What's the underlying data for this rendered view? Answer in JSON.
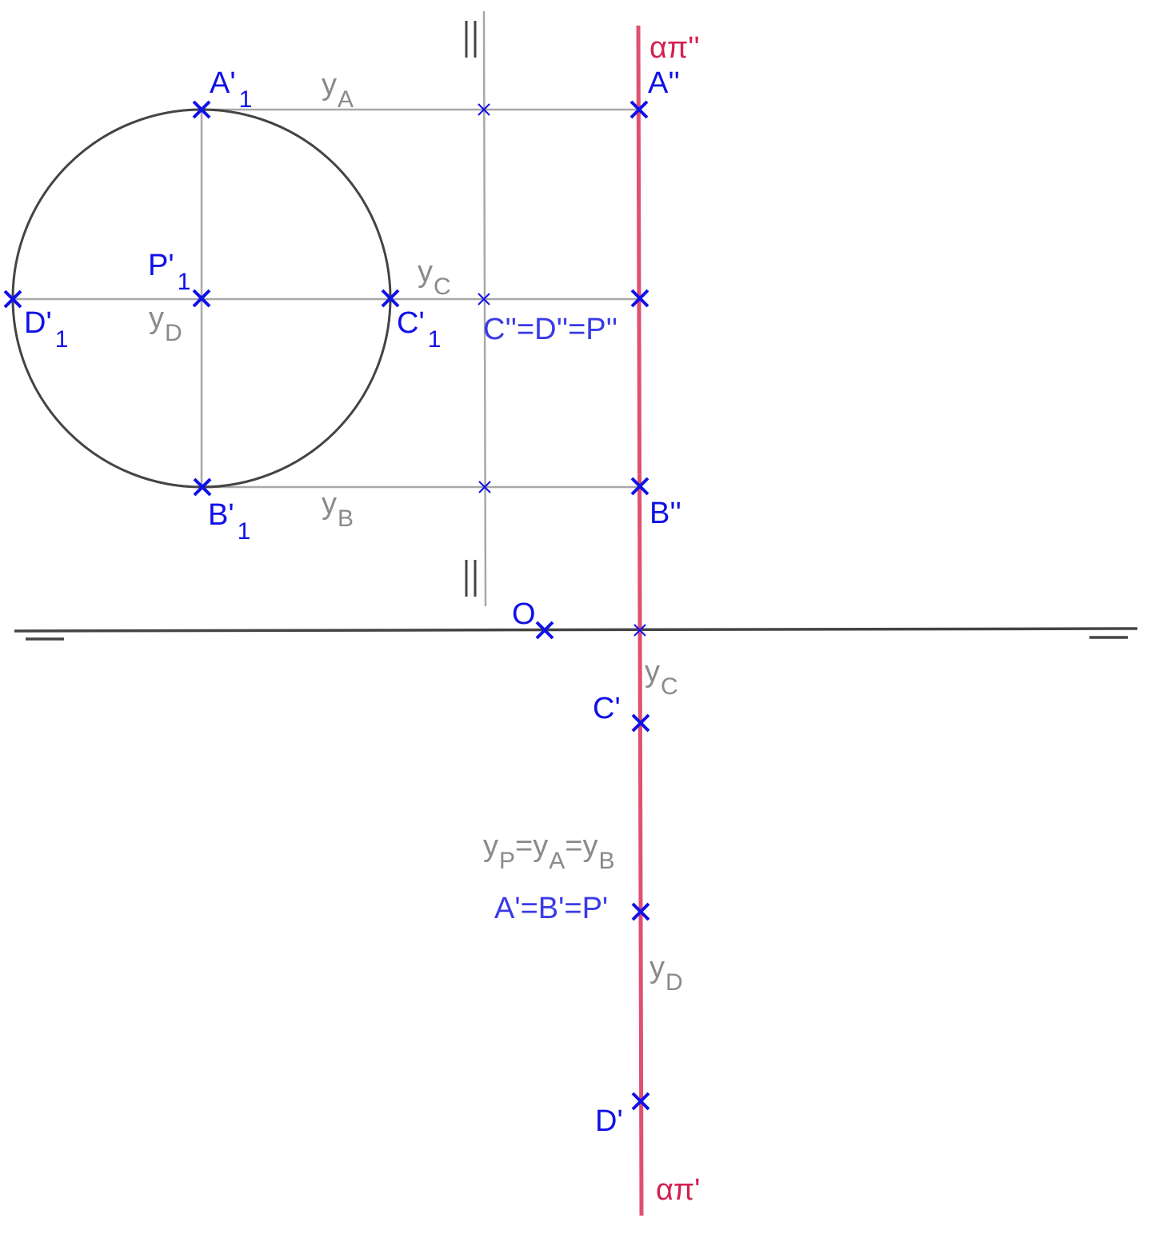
{
  "colors": {
    "point": "#1010e8",
    "point_label_alt": "#3a3ae8",
    "construction": "#a8a8a8",
    "construction_label": "#8a8a8a",
    "circle": "#444444",
    "axis": "#444444",
    "trace": "#e05070",
    "trace_label": "#d42050"
  },
  "labels": {
    "trace_vertical": "απ''",
    "trace_horizontal": "απ'",
    "origin": "O",
    "A2": "A''",
    "B2": "B''",
    "CDP2": "C''=D''=P''",
    "C1": "C'",
    "D1": "D'",
    "ABP1": "A'=B'=P'",
    "A1r_main": "A'",
    "A1r_sub": "1",
    "B1r_main": "B'",
    "B1r_sub": "1",
    "C1r_main": "C'",
    "C1r_sub": "1",
    "D1r_main": "D'",
    "D1r_sub": "1",
    "P1r_main": "P'",
    "P1r_sub": "1",
    "yA_main": "y",
    "yA_sub": "A",
    "yB_main": "y",
    "yB_sub": "B",
    "yC_main": "y",
    "yC_sub": "C",
    "yD_main": "y",
    "yD_sub": "D",
    "yC2_main": "y",
    "yC2_sub": "C",
    "yD2_main": "y",
    "yD2_sub": "D",
    "yP_eq": {
      "y1": "y",
      "s1": "P",
      "eq1": "=",
      "y2": "y",
      "s2": "A",
      "eq2": "=",
      "y3": "y",
      "s3": "B"
    }
  }
}
